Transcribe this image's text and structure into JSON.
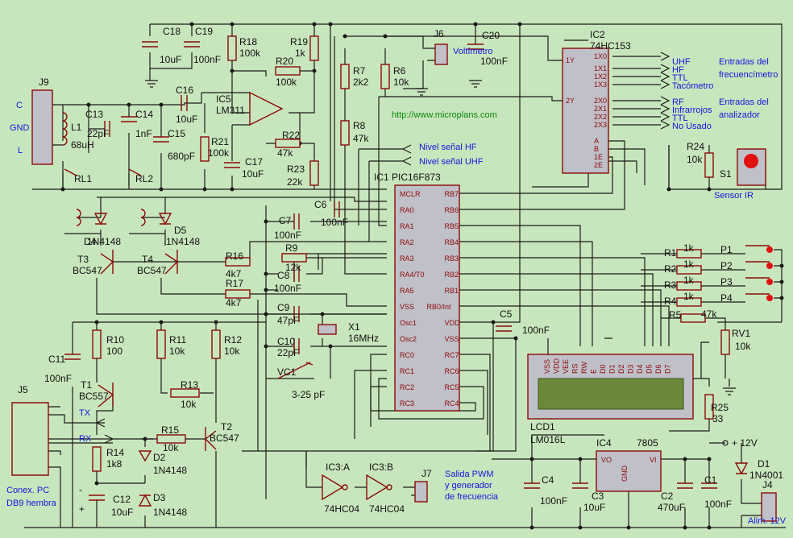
{
  "title_url": "http://www.microplans.com",
  "colors": {
    "background": "#c8e6bd",
    "component": "#8b0a0a",
    "wire": "#1a1a1a",
    "annotation": "#1414dd",
    "url": "#0a8a0a"
  },
  "components": {
    "C18": "C18",
    "C18v": "10uF",
    "C19": "C19",
    "C19v": "100nF",
    "R18": "R18",
    "R18v": "100k",
    "R19": "R19",
    "R19v": "1k",
    "R20": "R20",
    "R20v": "100k",
    "C16": "C16",
    "C16v": "10uF",
    "IC5": "IC5",
    "IC5v": "LM311",
    "R21": "R21",
    "R21v": "100k",
    "C17": "C17",
    "C17v": "10uF",
    "R22": "R22",
    "R22v": "47k",
    "R23": "R23",
    "R23v": "22k",
    "J9": "J9",
    "C13": "C13",
    "C13v": "22pF",
    "C14": "C14",
    "C14v": "1nF",
    "C15": "C15",
    "C15v": "680pF",
    "L1": "L1",
    "L1v": "68uH",
    "RL1": "RL1",
    "RL2": "RL2",
    "R7": "R7",
    "R7v": "2k2",
    "R6": "R6",
    "R6v": "10k",
    "J6": "J6",
    "C20": "C20",
    "C20v": "100nF",
    "R8": "R8",
    "R8v": "47k",
    "IC2": "IC2",
    "IC2v": "74HC153",
    "IC1": "IC1 PIC16F873",
    "C6": "C6",
    "C6v": "100nF",
    "D4": "D4",
    "D4v": "1N4148",
    "D5": "D5",
    "D5v": "1N4148",
    "T3": "T3",
    "T3v": "BC547",
    "T4": "T4",
    "T4v": "BC547",
    "C7": "C7",
    "C7v": "100nF",
    "R9": "R9",
    "R9v": "12k",
    "C8": "C8",
    "C8v": "100nF",
    "R16": "R16",
    "R16v": "4k7",
    "R17": "R17",
    "R17v": "4k7",
    "C9": "C9",
    "C9v": "47pF",
    "X1": "X1",
    "X1v": "16MHz",
    "C10": "C10",
    "C10v": "22pF",
    "VC1": "VC1",
    "VC1v": "3-25 pF",
    "R10": "R10",
    "R10v": "100",
    "R11": "R11",
    "R11v": "10k",
    "R12": "R12",
    "R12v": "10k",
    "C11": "C11",
    "C11v": "100nF",
    "T1": "T1",
    "T1v": "BC557",
    "R13": "R13",
    "R13v": "10k",
    "J5": "J5",
    "R15": "R15",
    "R15v": "10k",
    "T2": "T2",
    "T2v": "BC547",
    "R14": "R14",
    "R14v": "1k8",
    "D2": "D2",
    "D2v": "1N4148",
    "D3": "D3",
    "D3v": "1N4148",
    "C12": "C12",
    "C12v": "10uF",
    "IC3A": "IC3:A",
    "IC3B": "IC3:B",
    "IC3v": "74HC04",
    "J7": "J7",
    "C5": "C5",
    "C5v": "100nF",
    "R24": "R24",
    "R24v": "10k",
    "S1": "S1",
    "R1": "R1",
    "R2": "R2",
    "R3": "R3",
    "R4": "R4",
    "R5": "R5",
    "Rkv": "1k",
    "R5v": "47k",
    "RV1": "RV1",
    "RV1v": "10k",
    "R25": "R25",
    "R25v": "33",
    "P1": "P1",
    "P2": "P2",
    "P3": "P3",
    "P4": "P4",
    "LCD1": "LCD1",
    "LCD1v": "LM016L",
    "IC4": "IC4",
    "IC4v": "7805",
    "C4": "C4",
    "C4v": "100nF",
    "C3": "C3",
    "C3v": "10uF",
    "C2": "C2",
    "C2v": "470uF",
    "C1": "C1",
    "C1v": "100nF",
    "D1": "D1",
    "D1v": "1N4001",
    "J4": "J4"
  },
  "annotations": {
    "C": "C",
    "GND": "GND",
    "L": "L",
    "voltimetro": "Voltímetro",
    "nivel_hf": "Nivel señal HF",
    "nivel_uhf": "Nivel señal UHF",
    "uhf": "UHF",
    "hf": "HF",
    "ttl1": "TTL",
    "tacometro": "Tacómetro",
    "entradas_frec1": "Entradas del",
    "entradas_frec2": "frecuencímetro",
    "rf": "RF",
    "infrarrojos": "Infrarrojos",
    "ttl2": "TTL",
    "no_usado": "No Usado",
    "entradas_anal1": "Entradas del",
    "entradas_anal2": "analizador",
    "sensor_ir": "Sensor IR",
    "tx": "TX",
    "rx": "RX",
    "conex1": "Conex. PC",
    "conex2": "DB9 hembra",
    "minus": "-",
    "plus": "+",
    "salida1": "Salida PWM",
    "salida2": "y generador",
    "salida3": "de frecuencia",
    "plus12": "+ 12V",
    "alim": "Alim. 12V"
  },
  "ic1_pins_left": [
    "MCLR",
    "RA0",
    "RA1",
    "RA2",
    "RA3",
    "RA4/T0",
    "RA5",
    "VSS",
    "Osc1",
    "Osc2",
    "RC0",
    "RC1",
    "RC2",
    "RC3"
  ],
  "ic1_pins_right": [
    "RB7",
    "RB6",
    "RB5",
    "RB4",
    "RB3",
    "RB2",
    "RB1",
    "RB0/Int",
    "VDD",
    "VSS",
    "RC7",
    "RC6",
    "RC5",
    "RC4"
  ],
  "ic2_pins_left": [
    "1Y",
    "2Y"
  ],
  "ic2_pins_right": [
    "1X0",
    "1X1",
    "1X2",
    "1X3",
    "2X0",
    "2X1",
    "2X2",
    "2X3",
    "A",
    "B",
    "1E",
    "2E"
  ],
  "lcd_pins": [
    "VSS",
    "VDD",
    "VEE",
    "RS",
    "RW",
    "E",
    "D0",
    "D1",
    "D2",
    "D3",
    "D4",
    "D5",
    "D6",
    "D7"
  ],
  "ic4_pins": [
    "VO",
    "GND",
    "VI"
  ]
}
